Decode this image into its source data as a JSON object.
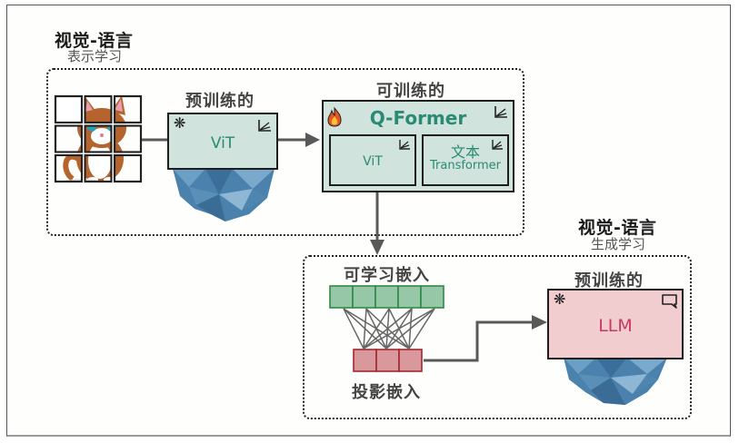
{
  "top_section": {
    "title": "视觉-语言",
    "subtitle": "表示学习",
    "pretrained_label": "预训练的",
    "trainable_label": "可训练的",
    "vit_label": "ViT",
    "qformer_label": "Q-Former",
    "inner_vit_label": "ViT",
    "text_transformer_line1": "文本",
    "text_transformer_line2": "Transformer"
  },
  "bottom_section": {
    "title": "视觉-语言",
    "subtitle": "生成学习",
    "learnable_embeddings_label": "可学习嵌入",
    "projection_embeddings_label": "投影嵌入",
    "pretrained_label": "预训练的",
    "llm_label": "LLM",
    "learnable_embedding_count": 5,
    "projection_embedding_count": 3
  },
  "image_grid": {
    "rows": 3,
    "cols": 3,
    "content": "cat image split into patches"
  },
  "colors": {
    "teal_fill": "#d0e3dc",
    "teal_text": "#2a8a74",
    "pink_fill": "#f2cdd0",
    "pink_text": "#c9395c",
    "green_embed": "#96c8a8",
    "red_embed": "#d9999c",
    "iceberg": "#4a82ad",
    "arrow": "#555555"
  }
}
